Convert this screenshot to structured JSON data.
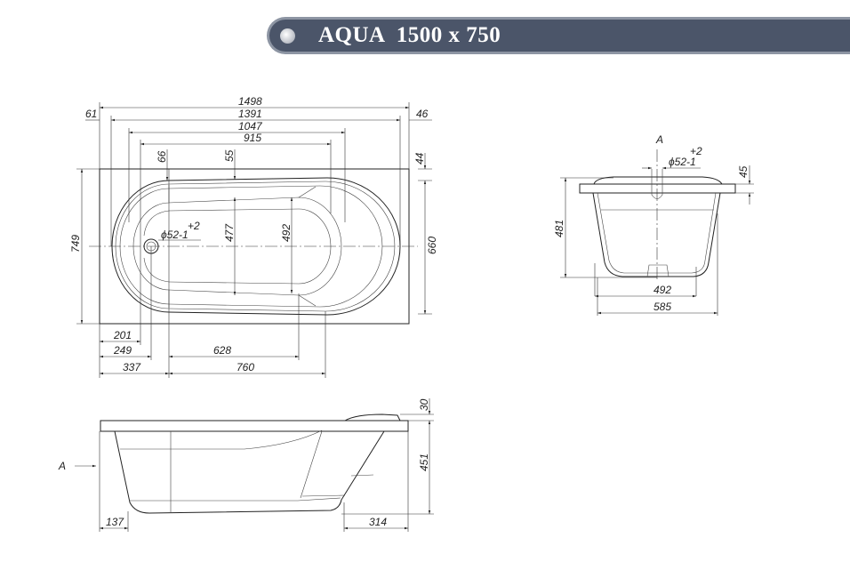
{
  "header": {
    "title": "AQUA  1500 x 750"
  },
  "top_view": {
    "dims": {
      "overall_length": "1498",
      "rim_length": "1391",
      "inner_length": "1047",
      "basin_length": "915",
      "left_offset": "61",
      "right_offset": "46",
      "rim_66": "66",
      "rim_55": "55",
      "rim_44": "44",
      "overall_width": "749",
      "inner_width": "660",
      "basin_477": "477",
      "basin_492": "492",
      "drain_201": "201",
      "drain_249": "249",
      "offset_337": "337",
      "length_628": "628",
      "length_760": "760"
    },
    "drain_label": "ϕ52-1",
    "drain_tol": "+2"
  },
  "section_view": {
    "label": "A",
    "drain_label": "ϕ52-1",
    "drain_tol": "+2",
    "dims": {
      "rim": "45",
      "height": "481",
      "bottom": "492",
      "width": "585"
    }
  },
  "side_view": {
    "arrow_label": "A",
    "dims": {
      "headrest": "30",
      "height": "451",
      "left": "137",
      "right": "314"
    }
  }
}
